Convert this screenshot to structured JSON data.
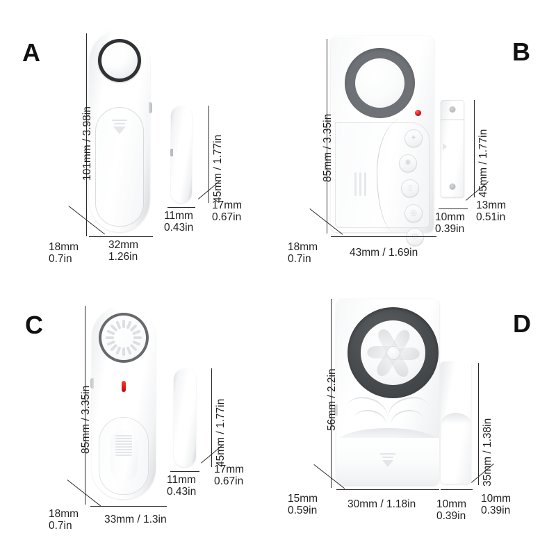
{
  "figure": {
    "title": "Door window alarm product dimension diagram",
    "background_color": "#ffffff",
    "text_color": "#1f1f1f",
    "line_color": "#2a2a2a",
    "led_color": "#e01b12",
    "ring_color": "#3a3d40"
  },
  "panels": [
    {
      "letter": "A",
      "device_name": "slim-rounded-door-alarm",
      "magnet_name": "capsule-magnet",
      "dimensions": {
        "height": "101mm / 3.98in",
        "width_mm": "32mm",
        "width_in": "1.26in",
        "depth_mm": "18mm",
        "depth_in": "0.7in",
        "magnet_height": "45mm / 1.77in",
        "magnet_width_mm": "11mm",
        "magnet_width_in": "0.43in",
        "magnet_depth_mm": "17mm",
        "magnet_depth_in": "0.67in"
      }
    },
    {
      "letter": "B",
      "device_name": "keypad-door-alarm",
      "magnet_name": "screw-mount-bar-magnet",
      "dimensions": {
        "height": "85mm / 3.35in",
        "width": "43mm / 1.69in",
        "depth_mm": "18mm",
        "depth_in": "0.7in",
        "magnet_height": "45mm / 1.77in",
        "magnet_width_mm": "10mm",
        "magnet_width_in": "0.39in",
        "magnet_depth_mm": "13mm",
        "magnet_depth_in": "0.51in"
      }
    },
    {
      "letter": "C",
      "device_name": "radial-grille-door-alarm",
      "magnet_name": "capsule-magnet",
      "dimensions": {
        "height": "85mm / 3.35in",
        "width": "33mm / 1.3in",
        "depth_mm": "18mm",
        "depth_in": "0.7in",
        "magnet_height": "45mm / 1.77in",
        "magnet_width_mm": "11mm",
        "magnet_width_in": "0.43in",
        "magnet_depth_mm": "17mm",
        "magnet_depth_in": "0.67in"
      }
    },
    {
      "letter": "D",
      "device_name": "pinwheel-door-alarm",
      "magnet_name": "block-magnet",
      "dimensions": {
        "height": "56mm / 2.2in",
        "width": "30mm / 1.18in",
        "depth_mm": "15mm",
        "depth_in": "0.59in",
        "magnet_height": "35mm / 1.38in",
        "magnet_width_mm": "10mm",
        "magnet_width_in": "0.39in",
        "magnet_depth_mm": "10mm",
        "magnet_depth_in": "0.39in"
      }
    }
  ]
}
